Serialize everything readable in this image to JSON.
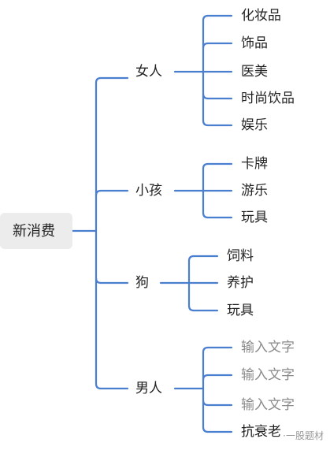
{
  "colors": {
    "connector": "#4a7fd0",
    "root_bg": "#ececec",
    "text": "#222222",
    "placeholder": "#8a8a8a"
  },
  "root": {
    "label": "新消费"
  },
  "branches": [
    {
      "label": "女人",
      "children": [
        "化妆品",
        "饰品",
        "医美",
        "时尚饮品",
        "娱乐"
      ]
    },
    {
      "label": "小孩",
      "children": [
        "卡牌",
        "游乐",
        "玩具"
      ]
    },
    {
      "label": "狗",
      "children": [
        "饲料",
        "养护",
        "玩具"
      ]
    },
    {
      "label": "男人",
      "children": [
        "输入文字",
        "输入文字",
        "输入文字",
        "抗衰老"
      ]
    }
  ],
  "watermark": {
    "text": "·一股题材"
  }
}
